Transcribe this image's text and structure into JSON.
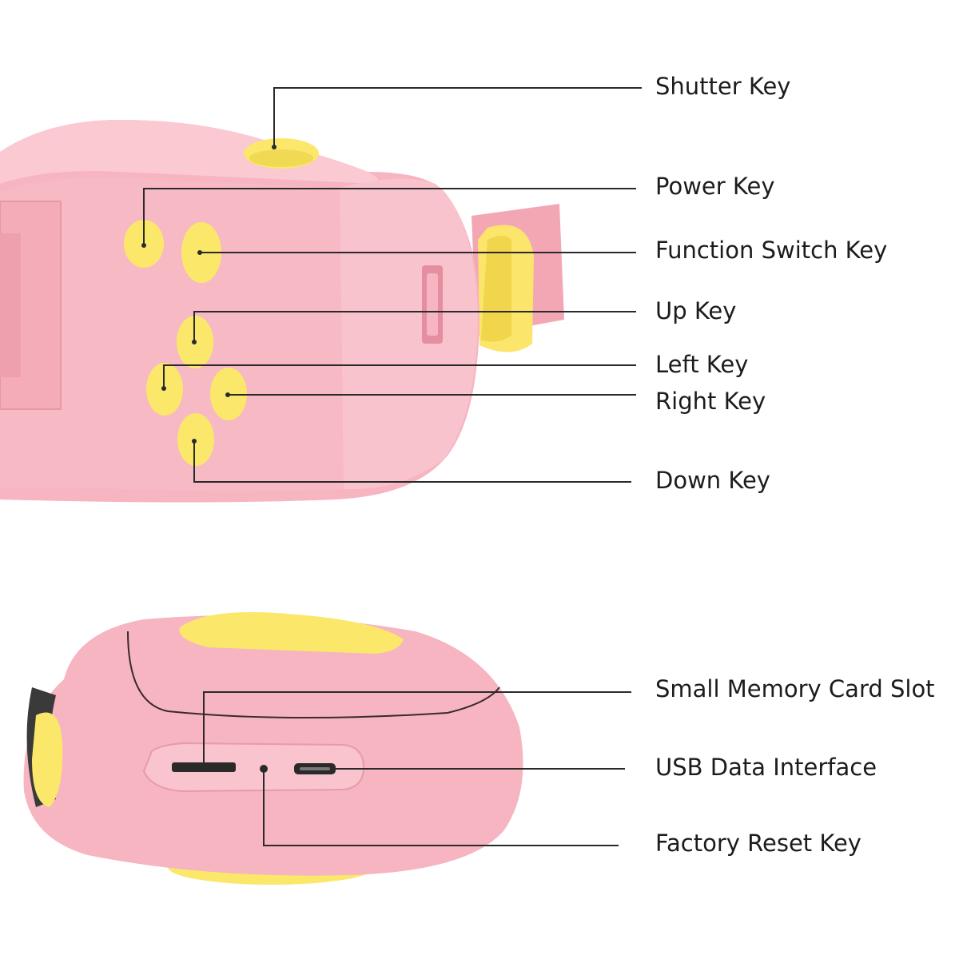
{
  "colors": {
    "body_pink": "#f6b5c0",
    "body_pink_light": "#fcd3da",
    "body_pink_dark": "#e99aa8",
    "key_yellow": "#fbe86a",
    "key_yellow_dark": "#e9cf3c",
    "leader_line": "#2a2a2a",
    "label_text": "#1c1c1c"
  },
  "top_view": {
    "labels": {
      "shutter_key": "Shutter Key",
      "power_key": "Power Key",
      "function_switch_key": "Function Switch Key",
      "up_key": "Up Key",
      "left_key": "Left Key",
      "right_key": "Right Key",
      "down_key": "Down Key"
    }
  },
  "bottom_view": {
    "labels": {
      "memory_card_slot": "Small Memory Card Slot",
      "usb_interface": "USB Data Interface",
      "factory_reset_key": "Factory Reset Key"
    }
  }
}
